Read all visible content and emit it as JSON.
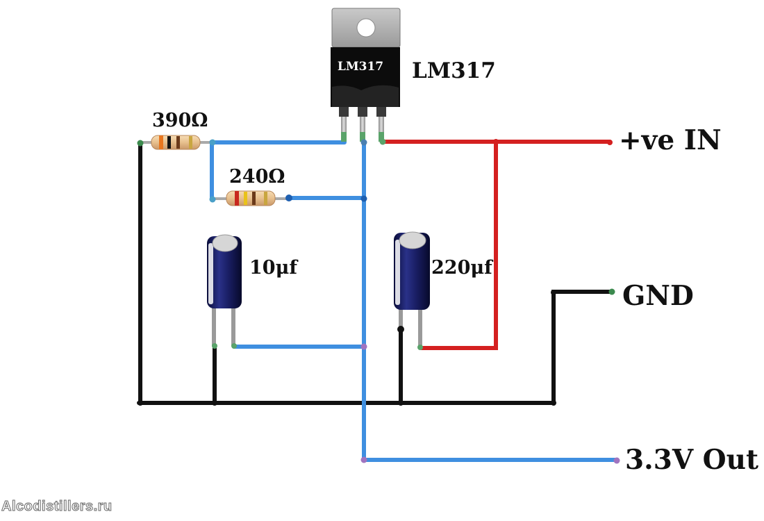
{
  "diagram": {
    "regulator": {
      "chip_marking": "LM317",
      "label": "LM317"
    },
    "resistors": [
      {
        "value": "390Ω"
      },
      {
        "value": "240Ω"
      }
    ],
    "capacitors": [
      {
        "value": "10μf"
      },
      {
        "value": "220μf"
      }
    ],
    "terminals": {
      "input": "+ve IN",
      "ground": "GND",
      "output": "3.3V Out"
    },
    "wire_colors": {
      "input": "#d42020",
      "ground": "#111111",
      "signal": "#3f8fe0"
    },
    "watermark": "Alcodistillers.ru"
  }
}
